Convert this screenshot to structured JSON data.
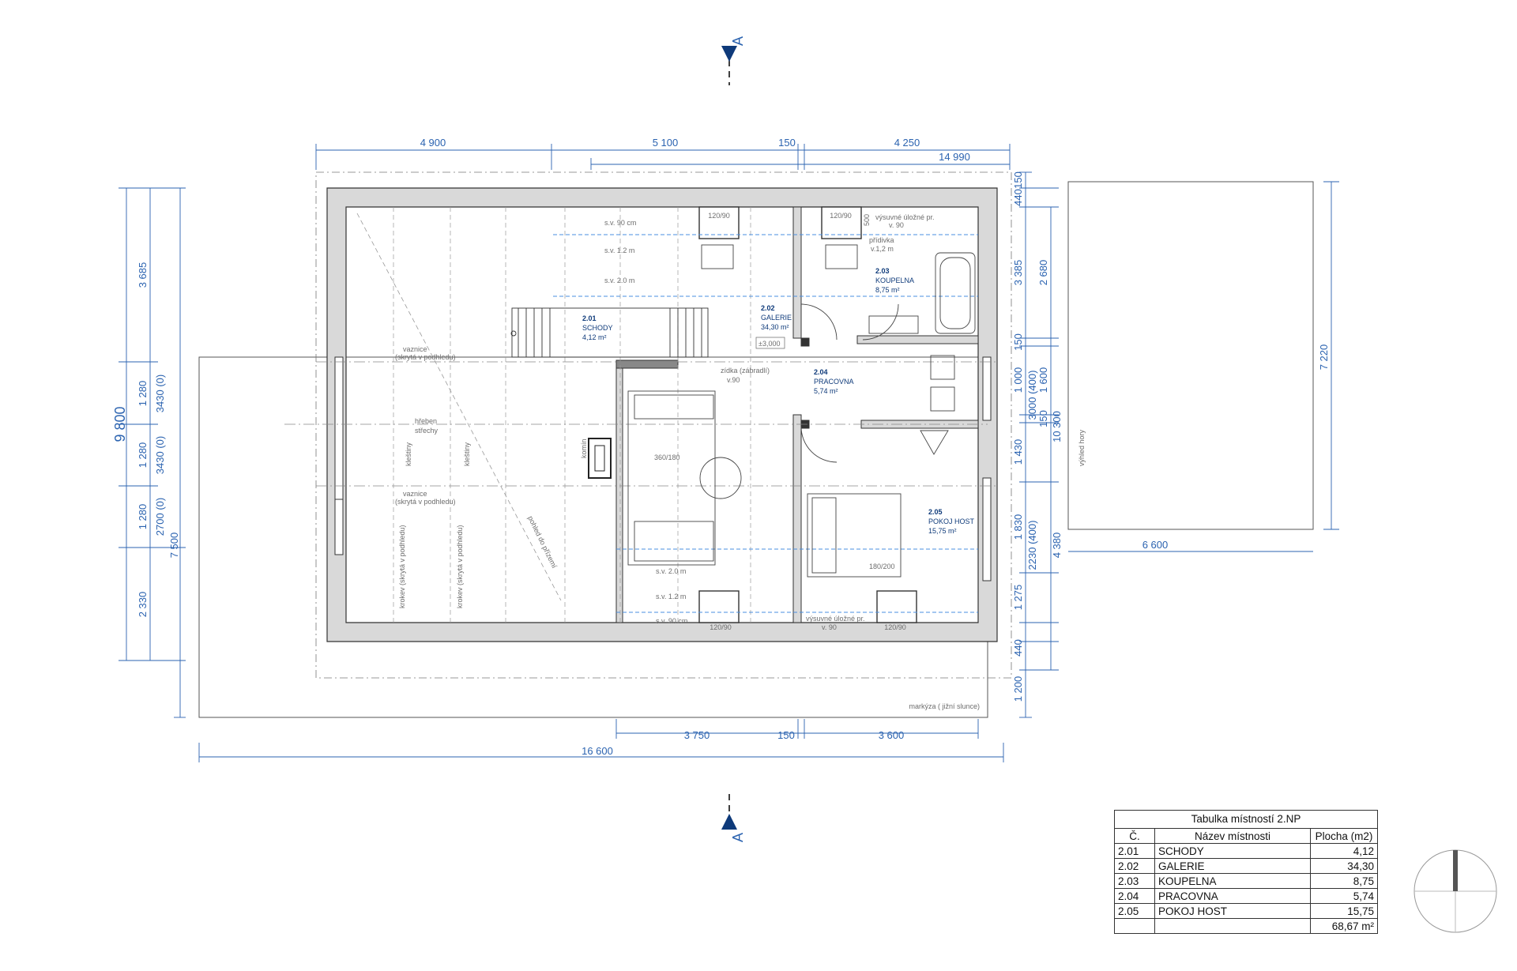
{
  "section_marker": {
    "top": "A",
    "bottom": "A"
  },
  "dims_top": [
    "4 900",
    "5 100",
    "150",
    "4 250",
    "14 990"
  ],
  "dims_bottom": [
    "3 750",
    "150",
    "3 600",
    "16 600"
  ],
  "dims_left": [
    "3 685",
    "1 280",
    "1 280",
    "1 280",
    "2 330",
    "3430 (0)",
    "3430 (0)",
    "2700 (0)",
    "7 500",
    "9 800"
  ],
  "dims_right": [
    "150",
    "440",
    "3 385",
    "150",
    "1 000",
    "150",
    "1 430",
    "1 830",
    "1 275",
    "440",
    "1 200",
    "2 680",
    "1 600",
    "3000 (400)",
    "2230 (400)",
    "10 300",
    "4 380",
    "7 220",
    "6 600"
  ],
  "rooms": [
    {
      "no": "2.01",
      "name": "SCHODY",
      "area": "4,12 m²"
    },
    {
      "no": "2.02",
      "name": "GALERIE",
      "area": "34,30 m²"
    },
    {
      "no": "2.03",
      "name": "KOUPELNA",
      "area": "8,75 m²"
    },
    {
      "no": "2.04",
      "name": "PRACOVNA",
      "area": "5,74 m²"
    },
    {
      "no": "2.05",
      "name": "POKOJ HOST",
      "area": "15,75 m²"
    }
  ],
  "annotations": {
    "sv90": "s.v. 90 cm",
    "sv12": "s.v. 1.2 m",
    "sv20": "s.v. 2.0 m",
    "zidka1": "zídka (zábradlí)",
    "zidka2": "v.90",
    "vaznice": "vaznice",
    "vaznice_sub": "(skrytá v podhledu)",
    "hreben1": "hřeben",
    "hreben2": "střechy",
    "klestiny": "kleštiny",
    "krokev": "krokev (skrytá v podhledu)",
    "pohled": "pohled do přízemí",
    "komin": "komín",
    "bed_galerie": "360/180",
    "bed_host": "180/200",
    "vysuvne1": "výsuvné úložné pr.",
    "vysuvne2": "v. 90",
    "pridivka1": "přídivka",
    "pridivka2": "v.1,2 m",
    "v500": "500",
    "level": "±3,000",
    "window": "120/90",
    "markyza": "markýza ( jižní slunce)",
    "vyhled": "výhled hory"
  },
  "legend": {
    "title": "Tabulka místností 2.NP",
    "headers": [
      "Č.",
      "Název místnosti",
      "Plocha (m2)"
    ],
    "rows": [
      [
        "2.01",
        "SCHODY",
        "4,12"
      ],
      [
        "2.02",
        "GALERIE",
        "34,30"
      ],
      [
        "2.03",
        "KOUPELNA",
        "8,75"
      ],
      [
        "2.04",
        "PRACOVNA",
        "5,74"
      ],
      [
        "2.05",
        "POKOJ HOST",
        "15,75"
      ]
    ],
    "total": "68,67 m²"
  },
  "colors": {
    "dimension": "#2b63b0",
    "room_label": "#0e3a7a",
    "wall_fill": "#d9d9d9",
    "wall_stroke": "#333333"
  }
}
